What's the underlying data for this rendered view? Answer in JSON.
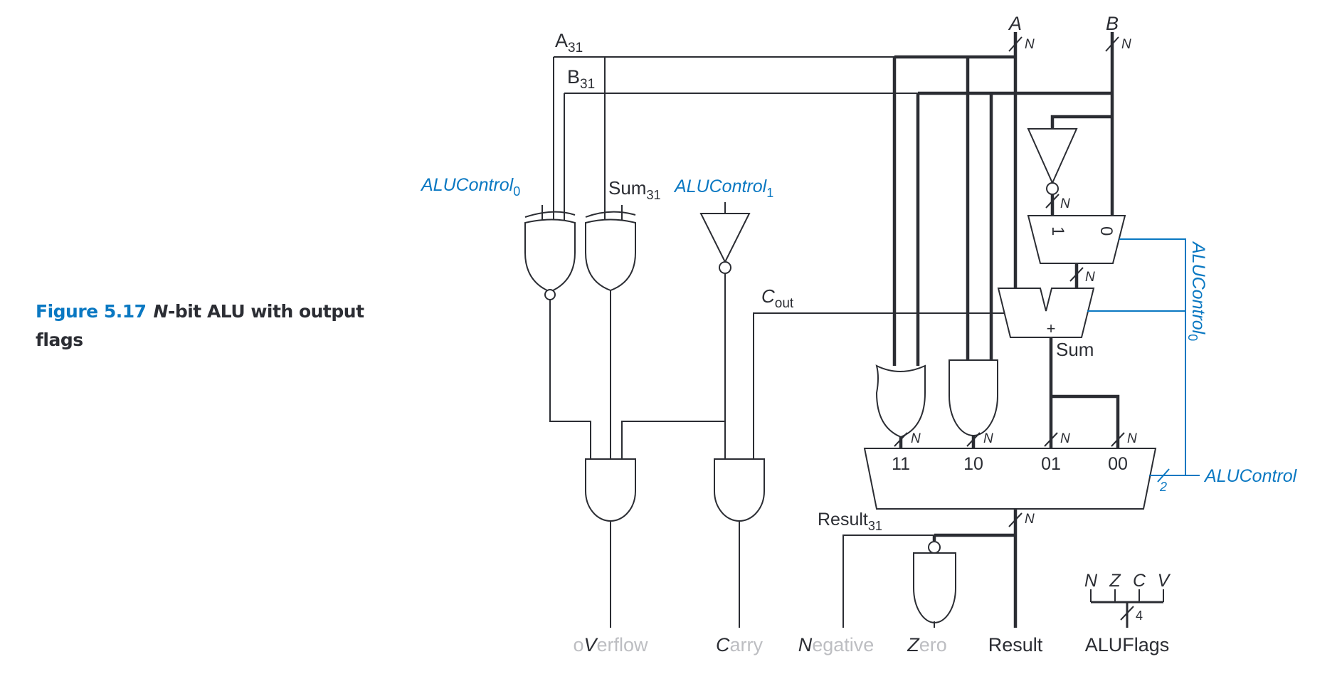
{
  "caption": {
    "figure_label": "Figure 5.17",
    "title_italic": "N",
    "title_rest": "-bit ALU with output flags"
  },
  "inputs": {
    "a": "A",
    "b": "B",
    "bus_width": "N",
    "a31": "A",
    "b31": "B",
    "sub31": "31"
  },
  "signals": {
    "alucontrol0": "ALUControl",
    "alucontrol1": "ALUControl",
    "sub0": "0",
    "sub1": "1",
    "sum31": "Sum",
    "sum": "Sum",
    "cout_c": "C",
    "cout_sub": "out",
    "result31": "Result",
    "alucontrol": "ALUControl",
    "alucontrol_width": "2",
    "adder_symbol": "+"
  },
  "mux_b": {
    "in1": "1",
    "in0": "0"
  },
  "main_mux": {
    "inputs": [
      "11",
      "10",
      "01",
      "00"
    ]
  },
  "outputs": {
    "overflow": {
      "pre": "o",
      "key": "V",
      "rest": "erflow"
    },
    "carry": {
      "key": "C",
      "rest": "arry"
    },
    "negative": {
      "key": "N",
      "rest": "egative"
    },
    "zero": {
      "key": "Z",
      "rest": "ero"
    },
    "result": "Result",
    "aluflags": "ALUFlags"
  },
  "flags": {
    "bits": [
      "N",
      "Z",
      "C",
      "V"
    ],
    "width": "4"
  },
  "colors": {
    "ink": "#2b2d33",
    "accent_blue": "#0a78c2",
    "muted_grey": "#bdbec2"
  }
}
